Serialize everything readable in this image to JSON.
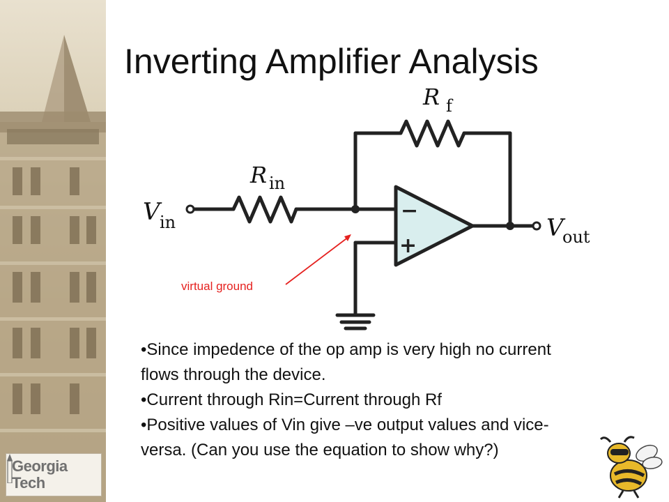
{
  "slide": {
    "title": "Inverting Amplifier Analysis"
  },
  "circuit": {
    "labels": {
      "rf_main": "R",
      "rf_sub": "f",
      "rin_main": "R",
      "rin_sub": "in",
      "vin_main": "V",
      "vin_sub": "in",
      "vout_main": "V",
      "vout_sub": "out",
      "minus": "−",
      "plus": "+"
    },
    "annotation": "virtual ground",
    "colors": {
      "opamp_fill": "#d9eeee",
      "wire": "#222222",
      "annotation": "#e5211f"
    }
  },
  "bullets": [
    "Since impedence of the op amp is very high no current flows through the device.",
    "Current through Rin=Current through Rf",
    "Positive values of Vin give –ve output values and vice-versa. (Can you use the equation to show why?)"
  ],
  "logo": {
    "line1": "Georgia",
    "line2": "Tech"
  },
  "icons": {
    "mascot": "buzz-mascot-icon",
    "building": "tower-building-photo"
  }
}
